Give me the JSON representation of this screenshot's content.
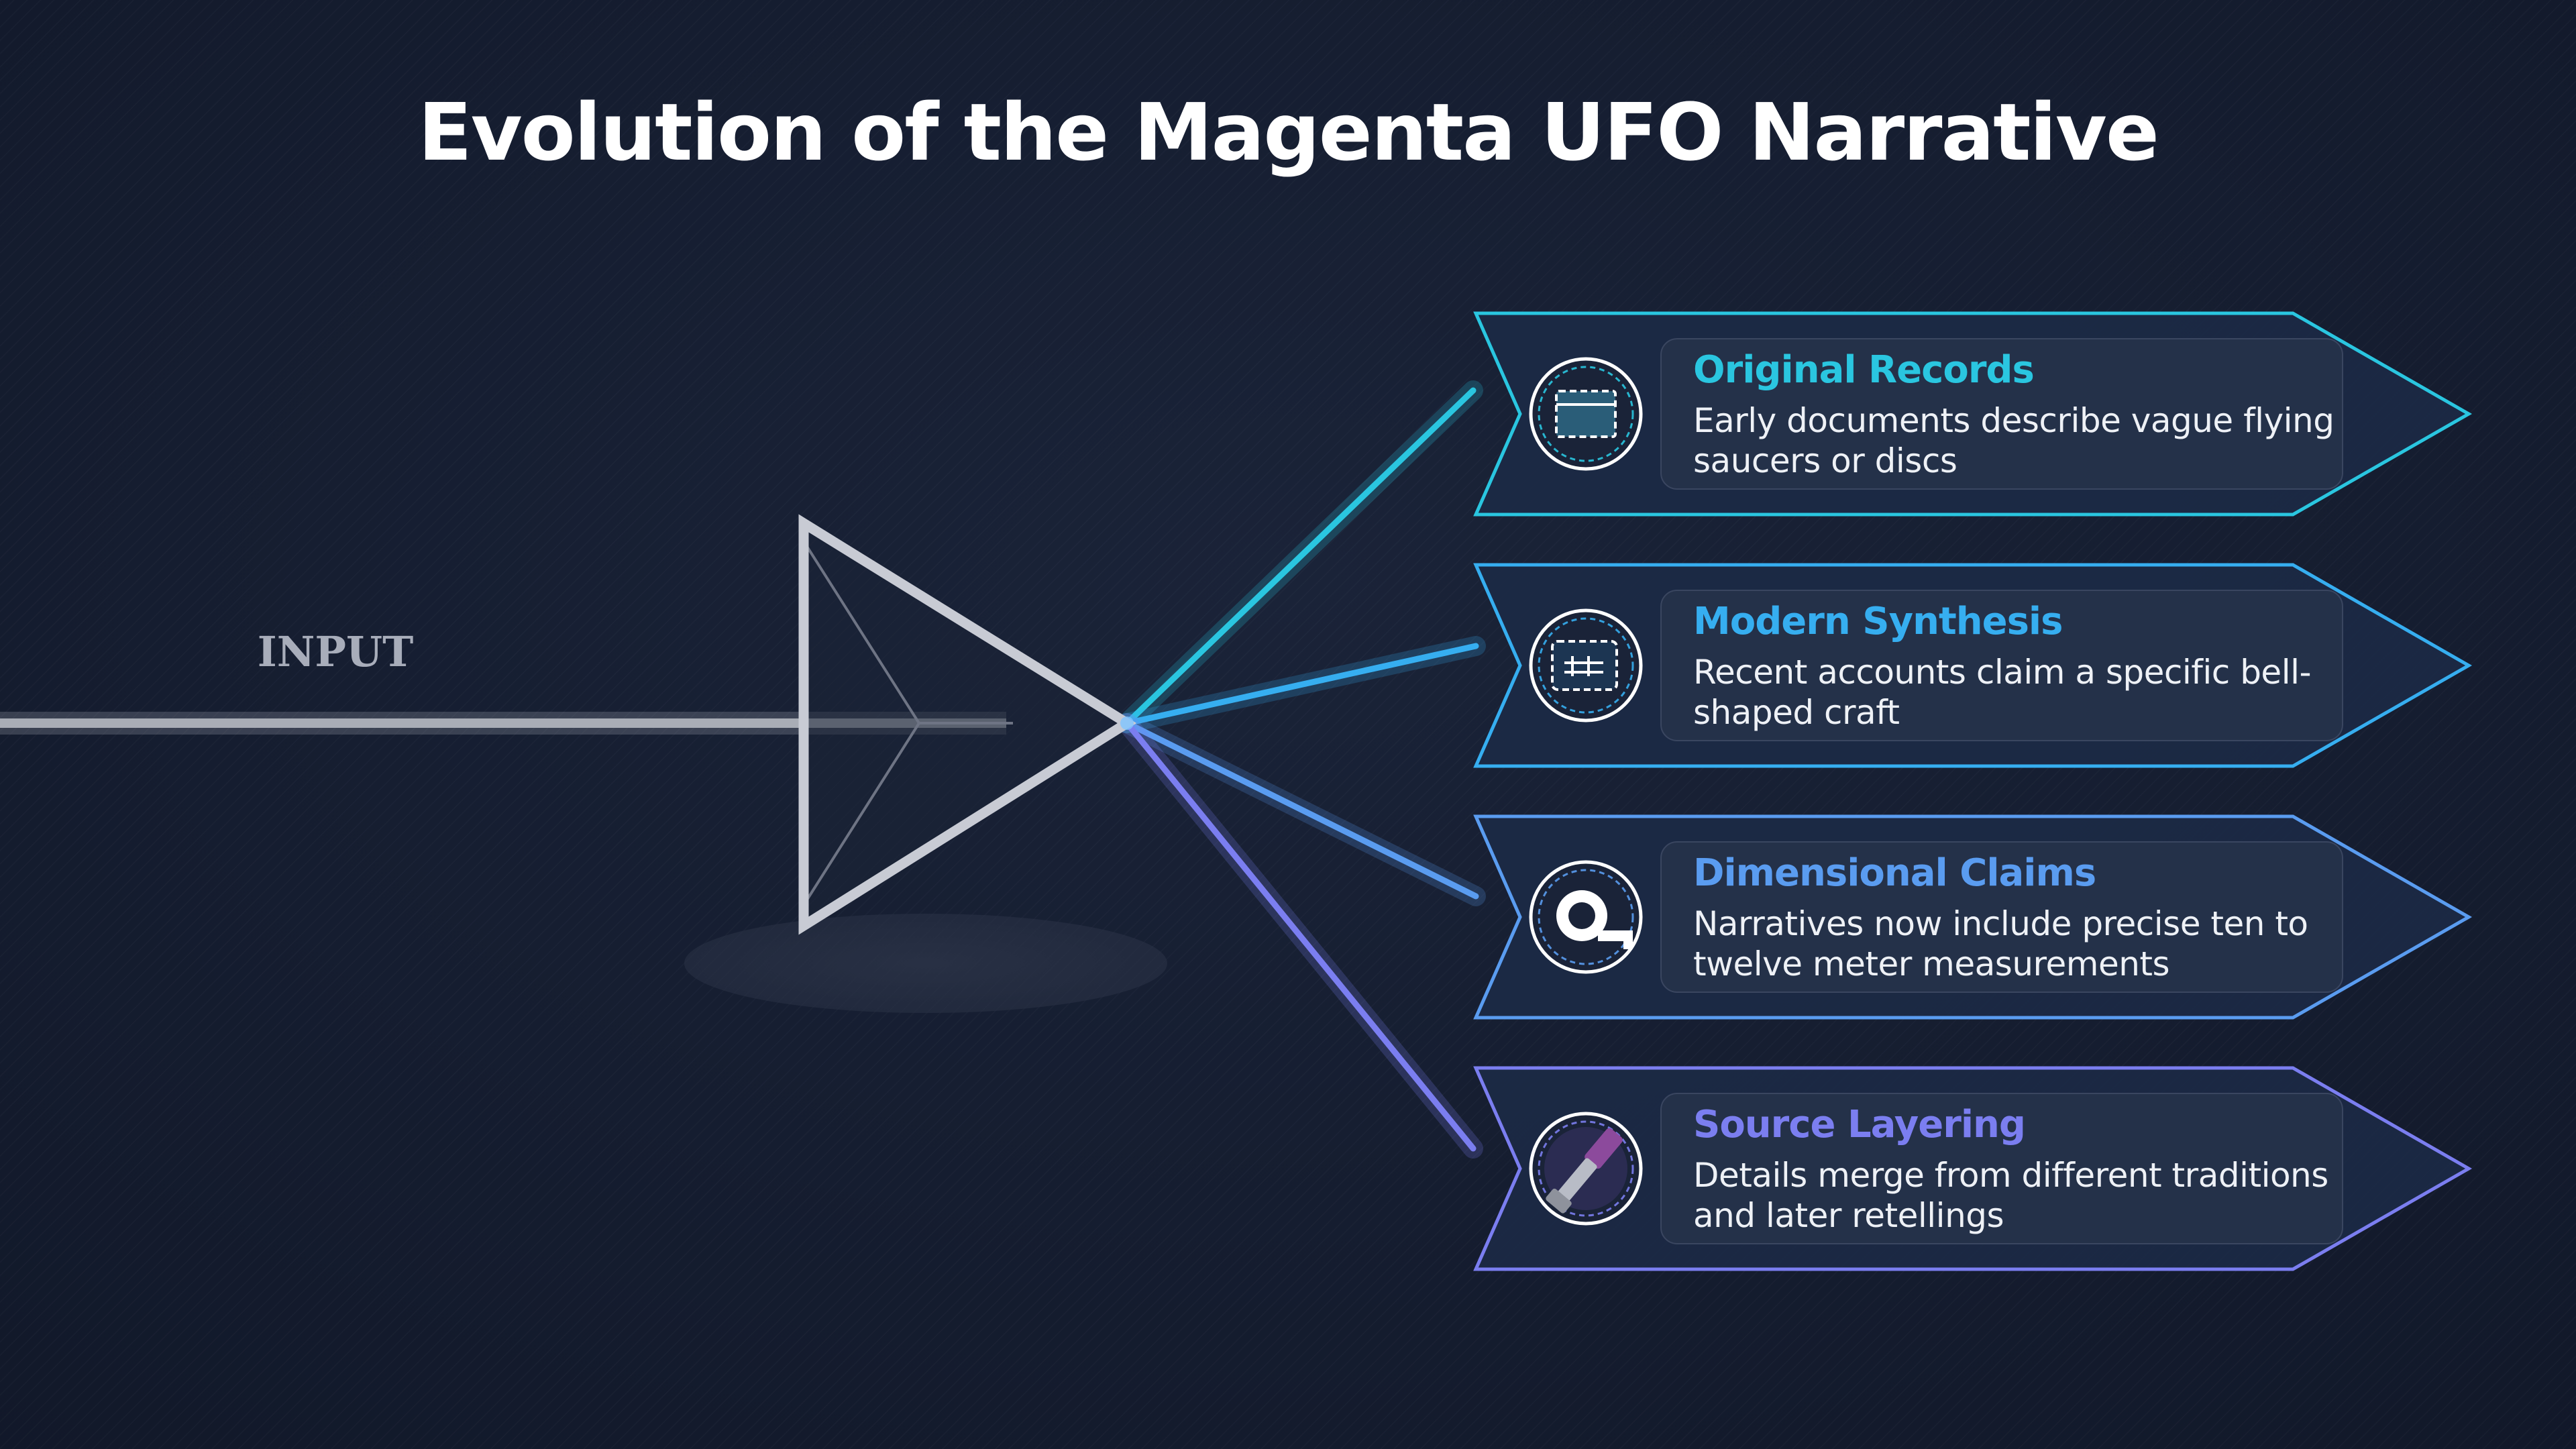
{
  "title": "Evolution of the Magenta UFO Narrative",
  "input_label": "INPUT",
  "colors": {
    "background": "#141c2f",
    "prism": "#c8cbd4",
    "beam": "#a9adb6"
  },
  "items": [
    {
      "heading": "Original Records",
      "description": "Early documents describe vague flying saucers or discs",
      "color": "#2ac6e0",
      "icon": "archive-box-icon"
    },
    {
      "heading": "Modern Synthesis",
      "description": "Recent accounts claim a specific bell-shaped craft",
      "color": "#36aef0",
      "icon": "grid-chart-icon"
    },
    {
      "heading": "Dimensional Claims",
      "description": "Narratives now include precise ten to twelve meter measurements",
      "color": "#5a9cf0",
      "icon": "tape-measure-icon"
    },
    {
      "heading": "Source Layering",
      "description": "Details merge from different traditions and later retellings",
      "color": "#7b7ef0",
      "icon": "brush-icon"
    }
  ]
}
